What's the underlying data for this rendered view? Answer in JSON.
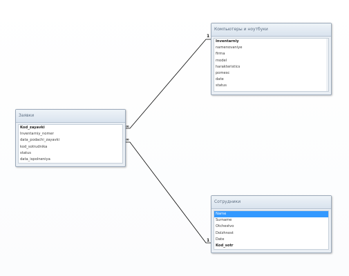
{
  "tables": {
    "zayavki": {
      "title": "Заявки",
      "fields": [
        {
          "name": "Kod_zayavki",
          "pk": true
        },
        {
          "name": "Inventarniy_nomer"
        },
        {
          "name": "data_podachi_zayavki"
        },
        {
          "name": "kod_sotrudnika"
        },
        {
          "name": "status"
        },
        {
          "name": "data_ispolneniya"
        }
      ]
    },
    "computers": {
      "title": "Компьютеры и ноутбуки",
      "fields": [
        {
          "name": "Inventarniy",
          "pk": true
        },
        {
          "name": "namenovaniye"
        },
        {
          "name": "firma"
        },
        {
          "name": "model"
        },
        {
          "name": "harakteristics"
        },
        {
          "name": "pomesc"
        },
        {
          "name": "date"
        },
        {
          "name": "status"
        }
      ]
    },
    "sotrudniki": {
      "title": "Сотрудники",
      "fields": [
        {
          "name": "Name",
          "selected": true
        },
        {
          "name": "Surname"
        },
        {
          "name": "Otchestvo"
        },
        {
          "name": "Dolzhnost"
        },
        {
          "name": "Date"
        },
        {
          "name": "Kod_sotr",
          "pk": true
        }
      ]
    }
  },
  "relationships": {
    "zayavki_computers": {
      "many_label": "∞",
      "one_label": "1"
    },
    "zayavki_sotrudniki": {
      "many_label": "∞",
      "one_label": "1"
    }
  },
  "colors": {
    "selection": "#3399ff",
    "line": "#000000"
  }
}
